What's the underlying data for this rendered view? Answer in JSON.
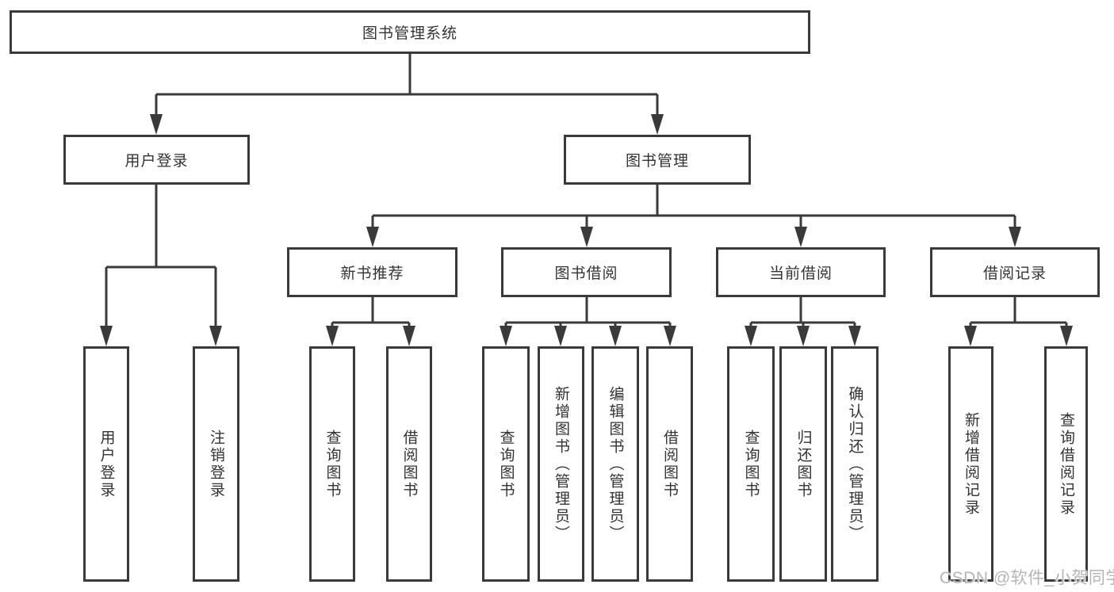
{
  "tree": {
    "root": {
      "label": "图书管理系统",
      "children": [
        {
          "label": "用户登录",
          "children": [
            {
              "label": "用户登录"
            },
            {
              "label": "注销登录"
            }
          ]
        },
        {
          "label": "图书管理",
          "children": [
            {
              "label": "新书推荐",
              "children": [
                {
                  "label": "查询图书"
                },
                {
                  "label": "借阅图书"
                }
              ]
            },
            {
              "label": "图书借阅",
              "children": [
                {
                  "label": "查询图书"
                },
                {
                  "label": "新增图书（管理员）"
                },
                {
                  "label": "编辑图书（管理员）"
                },
                {
                  "label": "借阅图书"
                }
              ]
            },
            {
              "label": "当前借阅",
              "children": [
                {
                  "label": "查询图书"
                },
                {
                  "label": "归还图书"
                },
                {
                  "label": "确认归还（管理员）"
                }
              ]
            },
            {
              "label": "借阅记录",
              "children": [
                {
                  "label": "新增借阅记录"
                },
                {
                  "label": "查询借阅记录"
                }
              ]
            }
          ]
        }
      ]
    }
  },
  "watermark": "CSDN @软件_小贺同学",
  "colors": {
    "line": "#3a3a3a",
    "text": "#333333",
    "box_fill": "#ffffff",
    "watermark": "#b5b5b5"
  }
}
